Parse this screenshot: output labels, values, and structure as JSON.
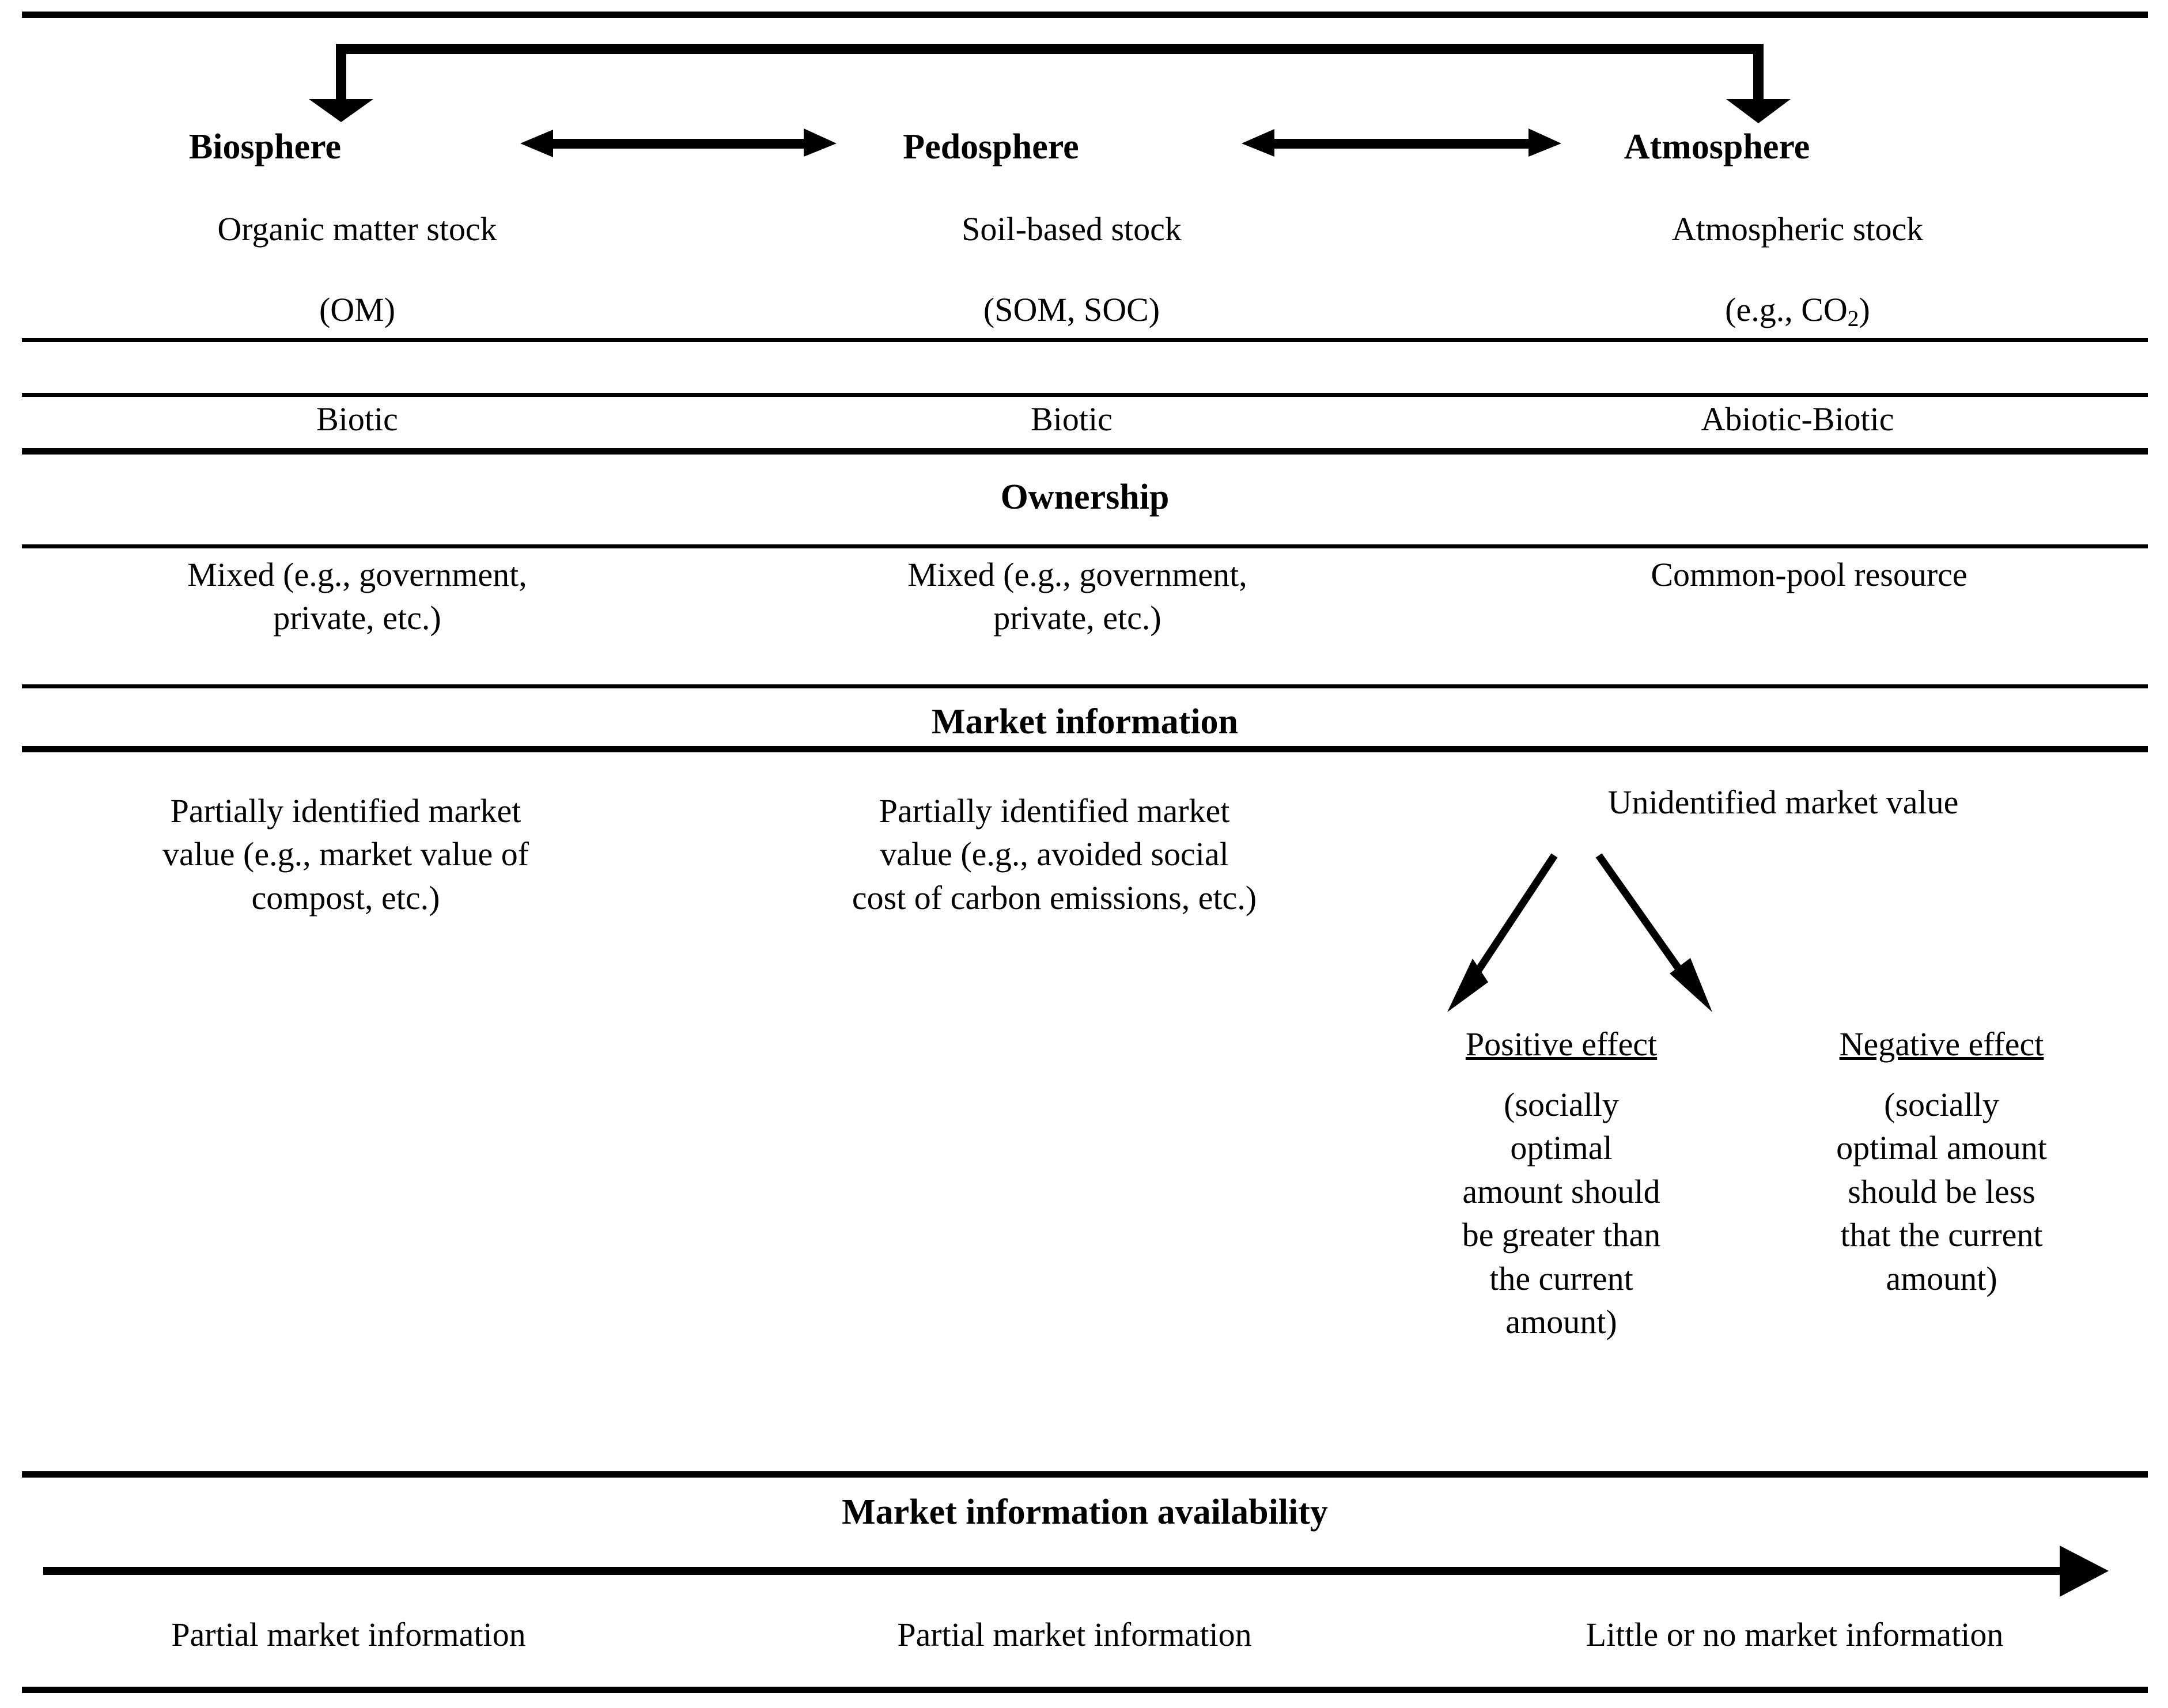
{
  "figure": {
    "type": "conceptual-table-diagram",
    "columns": [
      {
        "header": "Biosphere",
        "stock_line1": "Organic matter stock",
        "stock_line2": "(OM)",
        "nature": "Biotic",
        "ownership": "Mixed (e.g., government,\nprivate, etc.)",
        "market_information": "Partially identified market\nvalue (e.g., market value of\ncompost, etc.)",
        "availability": "Partial market information"
      },
      {
        "header": "Pedosphere",
        "stock_line1": "Soil-based stock",
        "stock_line2": "(SOM, SOC)",
        "nature": "Biotic",
        "ownership": "Mixed (e.g., government,\nprivate, etc.)",
        "market_information": "Partially identified market\nvalue (e.g., avoided social\ncost of carbon emissions, etc.)",
        "availability": "Partial market information"
      },
      {
        "header": "Atmosphere",
        "stock_line1": "Atmospheric stock",
        "stock_line2_prefix": "(e.g., CO",
        "stock_line2_sub": "2",
        "stock_line2_suffix": ")",
        "nature": "Abiotic-Biotic",
        "ownership": "Common-pool resource",
        "market_information": "Unidentified market value",
        "availability": "Little or no market information"
      }
    ],
    "section_titles": {
      "ownership": "Ownership",
      "market_information": "Market information",
      "market_information_availability": "Market information availability"
    },
    "effects": [
      {
        "label": "Positive effect",
        "detail": "(socially\noptimal\namount should\nbe greater than\nthe current\namount)"
      },
      {
        "label": "Negative effect",
        "detail": "(socially\noptimal amount\nshould be less\nthat the current\namount)"
      }
    ],
    "arrows": {
      "top_bridge": "biosphere-atmosphere-bracket-arrow",
      "biosphere_pedosphere": "double-headed-arrow",
      "pedosphere_atmosphere": "double-headed-arrow",
      "unidentified_to_positive": "diagonal-arrow-left",
      "unidentified_to_negative": "diagonal-arrow-right",
      "availability_gradient": "right-arrow"
    },
    "colors": {
      "ink": "#000000",
      "background": "#ffffff"
    }
  }
}
